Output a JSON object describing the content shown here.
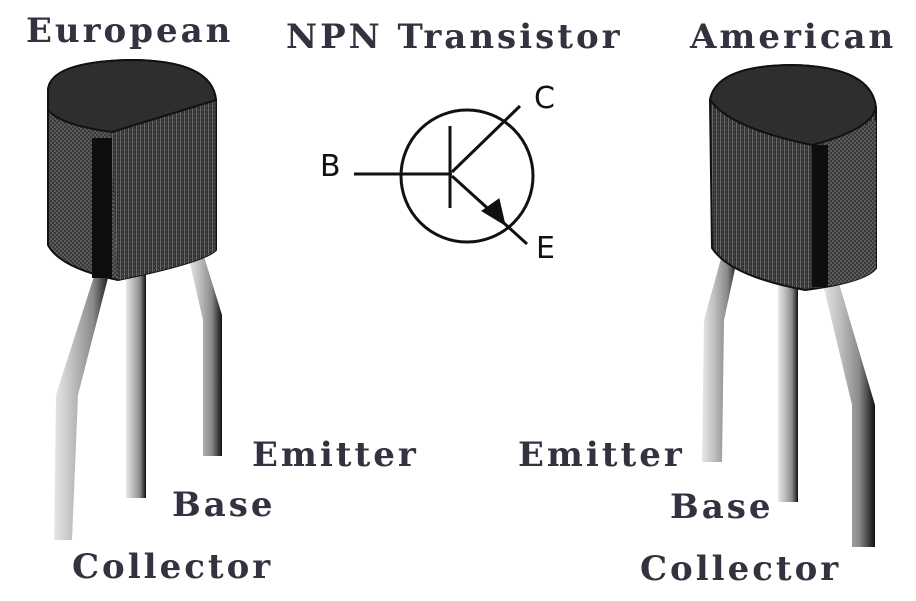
{
  "titles": {
    "european": "European",
    "center": "NPN Transistor",
    "american": "American"
  },
  "symbol": {
    "base_label": "B",
    "collector_label": "C",
    "emitter_label": "E"
  },
  "european": {
    "pins": {
      "emitter": "Emitter",
      "base": "Base",
      "collector": "Collector"
    }
  },
  "american": {
    "pins": {
      "emitter": "Emitter",
      "base": "Base",
      "collector": "Collector"
    }
  },
  "colors": {
    "label_text": "#343240",
    "body_dark": "#2e2e2e",
    "lead_gray": "#a8a8a8"
  }
}
